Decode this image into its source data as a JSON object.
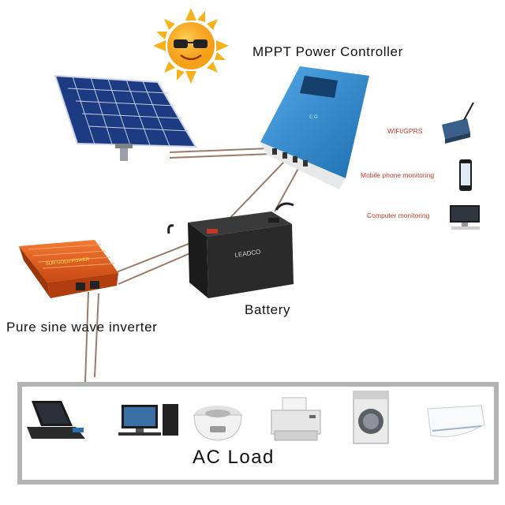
{
  "labels": {
    "controller": "MPPT Power Controller",
    "battery": "Battery",
    "inverter": "Pure sine wave inverter",
    "ac_load": "AC Load"
  },
  "monitoring": {
    "wifi": "WIFI/GPRS",
    "mobile": "Mobile phone monitoring",
    "computer": "Computer monitoring"
  },
  "device_text": {
    "controller_panel": "C O",
    "battery_brand": "LEADCO",
    "inverter_brand": "SUN GOLD POWER"
  },
  "colors": {
    "controller_body": "#2e8bd1",
    "inverter_body": "#e8621f",
    "battery_body": "#2a2a2a",
    "panel_cells": "#1f3e87",
    "sun": "#f6b21b",
    "wire": "#9a7b6a",
    "frame": "#b3b3b3"
  }
}
